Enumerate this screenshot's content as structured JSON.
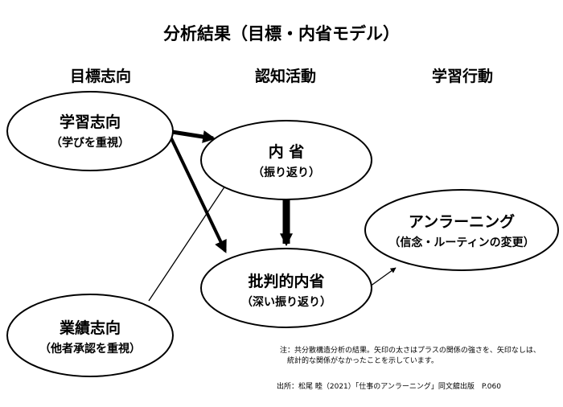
{
  "title": "分析結果（目標・内省モデル）",
  "columns": [
    "目標志向",
    "認知活動",
    "学習行動"
  ],
  "nodes": {
    "learning_goal": {
      "label": "学習志向",
      "sub": "（学びを重視）"
    },
    "performance_goal": {
      "label": "業績志向",
      "sub": "（他者承認を重視）"
    },
    "reflection": {
      "label": "内 省",
      "sub": "（振り返り）"
    },
    "critical_reflection": {
      "label": "批判的内省",
      "sub": "（深い振り返り）"
    },
    "unlearning": {
      "label": "アンラーニング",
      "sub": "（信念・ルーティンの変更）"
    }
  },
  "note": {
    "line1": "注：共分散構造分析の結果。矢印の太さはプラスの関係の強さを、矢印なしは、",
    "line2": "　統計的な関係がなかったことを示しています。"
  },
  "source": "出所：松尾 睦（2021）「仕事のアンラーニング」同文舘出版　P.060"
}
